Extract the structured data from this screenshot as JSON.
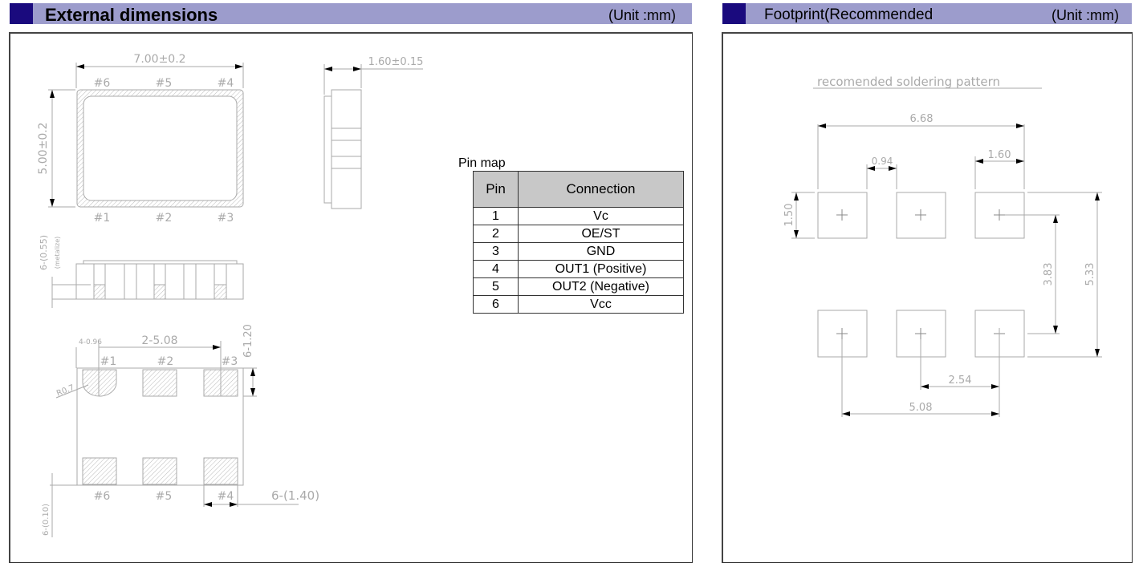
{
  "left": {
    "title": "External dimensions",
    "unit": "(Unit :mm)",
    "top_view": {
      "width_dim": "7.00±0.2",
      "height_dim": "5.00±0.2",
      "pins_top": [
        "#6",
        "#5",
        "#4"
      ],
      "pins_bottom": [
        "#1",
        "#2",
        "#3"
      ]
    },
    "side_view": {
      "thickness_dim": "1.60±0.15"
    },
    "front_view": {
      "metal_dim": "6-(0.55)",
      "metal_note": "(metalize)"
    },
    "bottom_view": {
      "pad_gap": "4-0.96",
      "pitch": "2-5.08",
      "pad_height": "6-1.20",
      "radius": "R0.7",
      "pins_top": [
        "#1",
        "#2",
        "#3"
      ],
      "pins_bottom": [
        "#6",
        "#5",
        "#4"
      ],
      "pad_width": "6-(1.40)",
      "offset": "6-(0.10)"
    }
  },
  "pin_map": {
    "title": "Pin map",
    "headers": [
      "Pin",
      "Connection"
    ],
    "rows": [
      {
        "pin": "1",
        "connection": "Vc"
      },
      {
        "pin": "2",
        "connection": "OE/ST"
      },
      {
        "pin": "3",
        "connection": "GND"
      },
      {
        "pin": "4",
        "connection": "OUT1 (Positive)"
      },
      {
        "pin": "5",
        "connection": "OUT2 (Negative)"
      },
      {
        "pin": "6",
        "connection": "Vcc"
      }
    ]
  },
  "right": {
    "title": "Footprint(Recommended",
    "unit": "(Unit :mm)",
    "caption": "recomended soldering pattern",
    "dims": {
      "overall_width": "6.68",
      "pad_gap": "0.94",
      "pad_width": "1.60",
      "pad_height": "1.50",
      "row_pitch": "3.83",
      "overall_height": "5.33",
      "col_pitch": "2.54",
      "outer_pitch": "5.08"
    }
  },
  "colors": {
    "header_bar": "#9c9ccc",
    "header_square": "#1a0a7e",
    "drawing_line": "#aaaaaa",
    "table_header": "#c8c8c8"
  }
}
